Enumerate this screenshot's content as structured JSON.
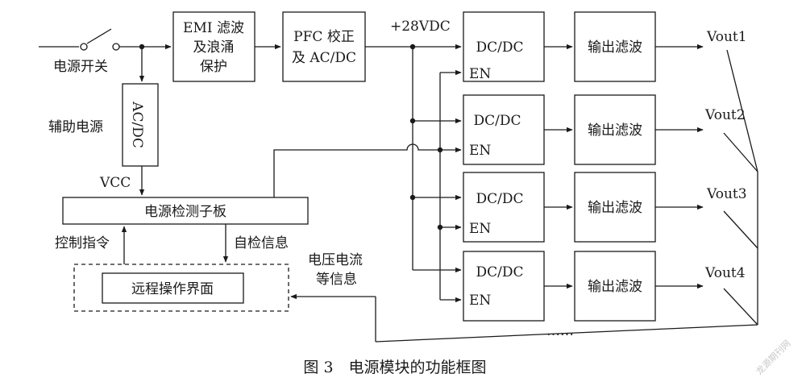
{
  "diagram": {
    "switch_label": "电源开关",
    "emi_line1": "EMI 滤波",
    "emi_line2": "及浪涌",
    "emi_line3": "保护",
    "pfc_line1": "PFC 校正",
    "pfc_line2": "及 AC/DC",
    "bus_label": "+28VDC",
    "aux_label": "辅助电源",
    "acdc_label": "AC/DC",
    "vcc_label": "VCC",
    "monitor_label": "电源检测子板",
    "control_label": "控制指令",
    "selftest_label": "自检信息",
    "remote_label": "远程操作界面",
    "vi_line1": "电压电流",
    "vi_line2": "等信息",
    "dcdc_label": "DC/DC",
    "en_label": "EN",
    "filter_label": "输出滤波",
    "outputs": [
      "Vout1",
      "Vout2",
      "Vout3",
      "Vout4"
    ],
    "ellipsis": "……",
    "caption": "图 3　电源模块的功能框图",
    "watermark": "龙源期刊网"
  }
}
